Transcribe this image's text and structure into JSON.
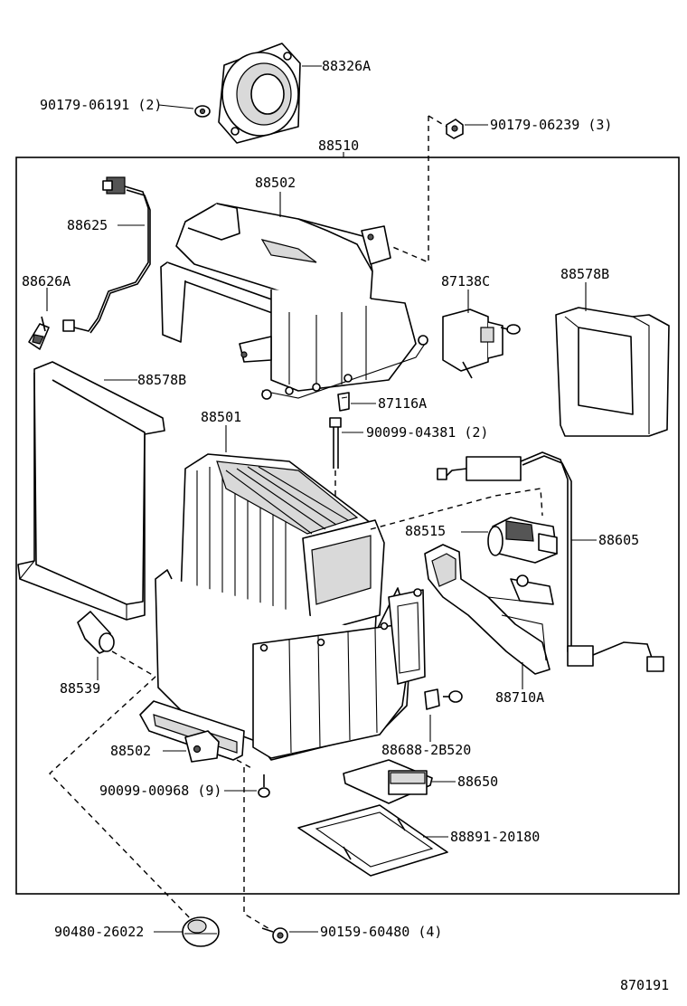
{
  "diagram": {
    "labels": {
      "l88326A": "88326A",
      "l90179_06191": "90179-06191 (2)",
      "l90179_06239": "90179-06239 (3)",
      "l88510": "88510",
      "l88502_top": "88502",
      "l88625": "88625",
      "l88626A": "88626A",
      "l87138C": "87138C",
      "l88578B_right": "88578B",
      "l88578B_left": "88578B",
      "l87116A": "87116A",
      "l88501": "88501",
      "l90099_04381": "90099-04381 (2)",
      "l88515": "88515",
      "l88605": "88605",
      "l88539": "88539",
      "l88710A": "88710A",
      "l88688": "88688-2B520",
      "l88502_bottom": "88502",
      "l88650": "88650",
      "l90099_00968": "90099-00968 (9)",
      "l88891": "88891-20180",
      "l90480": "90480-26022",
      "l90159": "90159-60480 (4)",
      "l870191": "870191"
    }
  }
}
